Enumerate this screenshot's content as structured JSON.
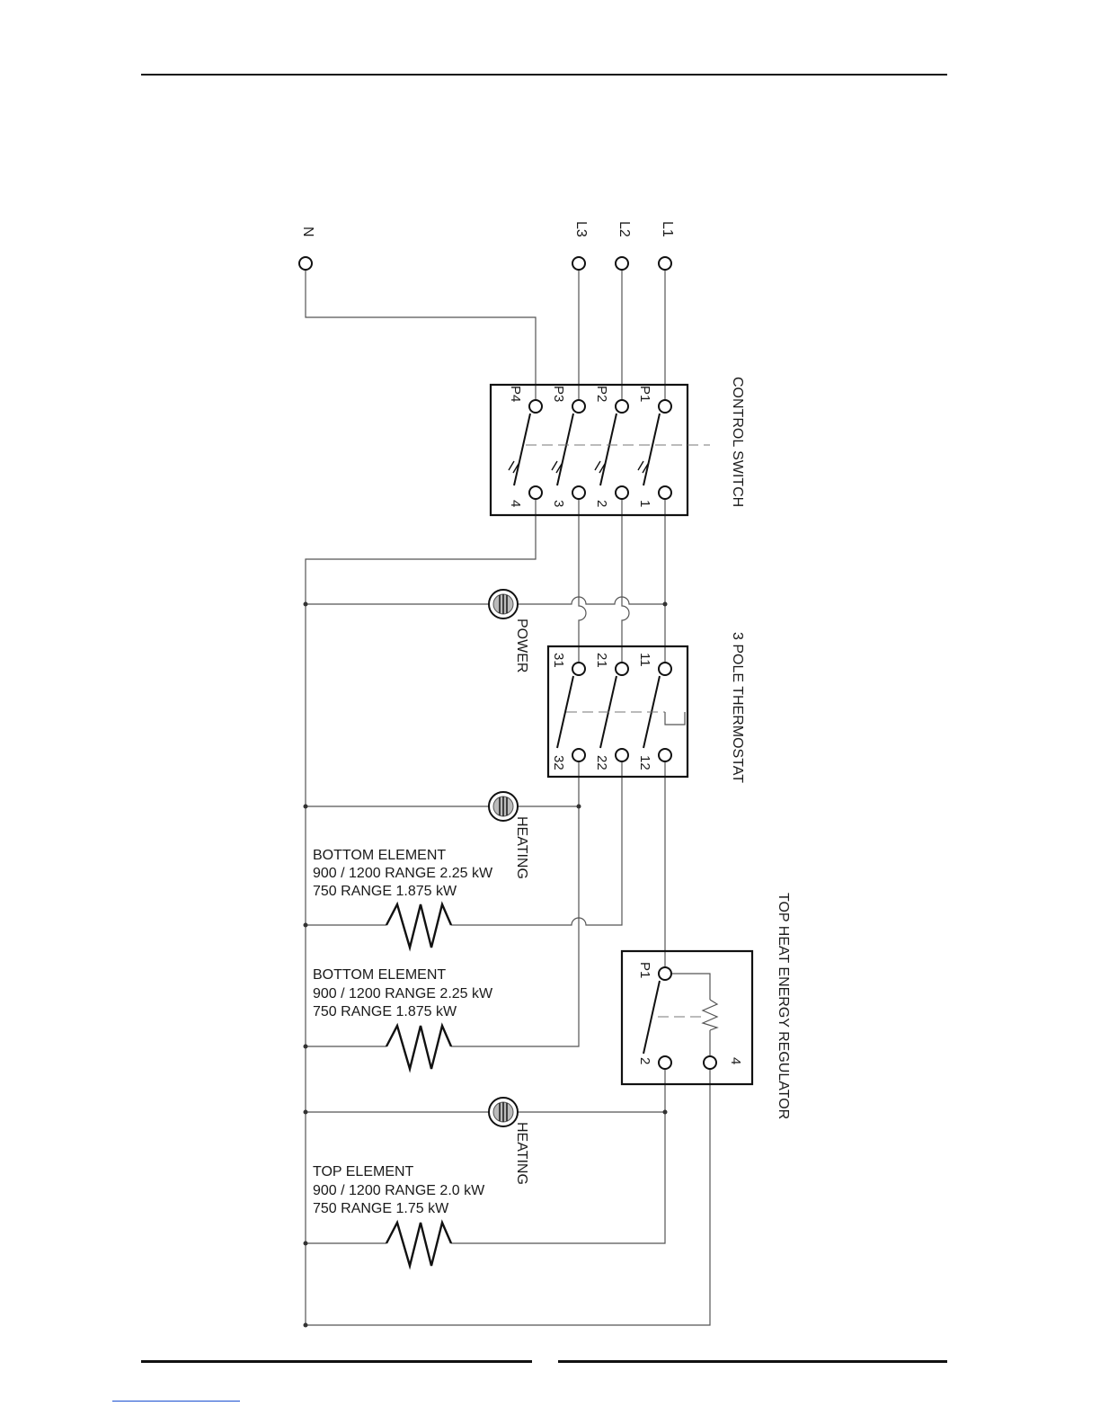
{
  "supply": {
    "n": "N",
    "l3": "L3",
    "l2": "L2",
    "l1": "L1"
  },
  "control_switch": {
    "title": "CONTROL SWITCH",
    "poles_in": [
      "P4",
      "P3",
      "P2",
      "P1"
    ],
    "poles_out": [
      "4",
      "3",
      "2",
      "1"
    ]
  },
  "power_lamp": {
    "label": "POWER"
  },
  "thermostat": {
    "title": "3 POLE THERMOSTAT",
    "terminals_in": [
      "31",
      "21",
      "11"
    ],
    "terminals_out": [
      "32",
      "22",
      "12"
    ]
  },
  "heating_lamp_1": {
    "label": "HEATING"
  },
  "heating_lamp_2": {
    "label": "HEATING"
  },
  "bottom_element_1": {
    "line1": "BOTTOM ELEMENT",
    "line2": "900 / 1200 RANGE 2.25 kW",
    "line3": "750 RANGE 1.875 kW"
  },
  "bottom_element_2": {
    "line1": "BOTTOM ELEMENT",
    "line2": "900 / 1200 RANGE 2.25 kW",
    "line3": "750 RANGE 1.875 kW"
  },
  "top_element": {
    "line1": "TOP ELEMENT",
    "line2": "900 / 1200 RANGE 2.0 kW",
    "line3": "750 RANGE 1.75 kW"
  },
  "regulator": {
    "title": "TOP HEAT ENERGY REGULATOR",
    "p1": "P1",
    "t2": "2",
    "t4": "4"
  }
}
